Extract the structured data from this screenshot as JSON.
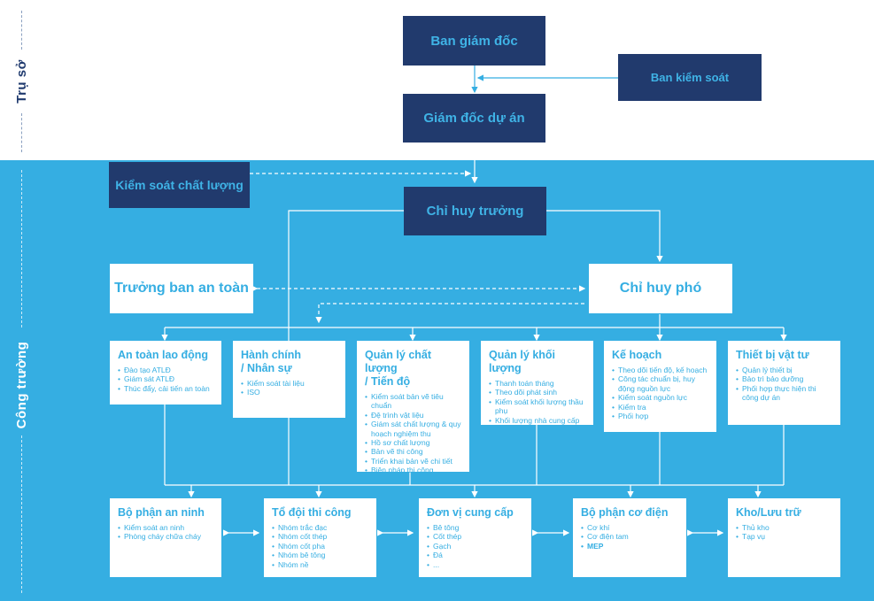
{
  "zones": {
    "headquarters": "Trụ sở",
    "site": "Công trường"
  },
  "headquarters": {
    "board": "Ban giám đốc",
    "supervisory": "Ban kiểm soát",
    "project_director": "Giám đốc dự án"
  },
  "quality_control": "Kiểm soát chất lượng",
  "site_commander": "Chỉ huy trưởng",
  "safety_head": "Trưởng ban an toàn",
  "deputy_commander": "Chỉ huy phó",
  "departments": [
    {
      "title": "An toàn lao động",
      "items": [
        "Đào tạo ATLĐ",
        "Giám sát ATLĐ",
        "Thúc đẩy, cải tiến an toàn"
      ]
    },
    {
      "title": "Hành chính\n/ Nhân sự",
      "items": [
        "Kiểm soát tài liệu",
        "ISO"
      ]
    },
    {
      "title": "Quản lý chất lượng\n/ Tiến độ",
      "items": [
        "Kiểm soát bản vẽ tiêu chuẩn",
        "Đệ trình vật liệu",
        "Giám sát chất lượng & quy hoạch nghiệm thu",
        "Hồ sơ chất lượng",
        "Bản vẽ thi công",
        "Triển khai bản vẽ chi tiết",
        "Biện pháp thi công"
      ]
    },
    {
      "title": "Quản lý khối lượng",
      "items": [
        "Thanh toán tháng",
        "Theo dõi phát sinh",
        "Kiểm soát khối lượng thầu phụ",
        "Khối lượng nhà cung cấp"
      ]
    },
    {
      "title": "Kế hoạch",
      "items": [
        "Theo dõi tiến độ, kế hoạch",
        "Công tác chuẩn bị, huy động nguồn lực",
        "Kiểm soát nguồn lực",
        "Kiểm tra",
        "Phối hợp"
      ]
    },
    {
      "title": "Thiết bị vật tư",
      "items": [
        "Quản lý thiết bị",
        "Bảo trì bảo dưỡng",
        "Phối hợp thực hiện thi công dự án"
      ]
    }
  ],
  "units": [
    {
      "title": "Bộ phận an ninh",
      "items": [
        "Kiểm soát an ninh",
        "Phòng cháy chữa cháy"
      ]
    },
    {
      "title": "Tổ đội thi công",
      "items": [
        "Nhóm trắc đạc",
        "Nhóm cốt thép",
        "Nhóm cốt pha",
        "Nhóm bê tông",
        "Nhóm nề"
      ]
    },
    {
      "title": "Đơn vị cung cấp",
      "items": [
        "Bê tông",
        "Cốt thép",
        "Gạch",
        "Đá",
        "..."
      ]
    },
    {
      "title": "Bộ phận cơ điện",
      "items": [
        "Cơ khí",
        "Cơ điện tam",
        "MEP"
      ]
    },
    {
      "title": "Kho/Lưu trữ",
      "items": [
        "Thủ kho",
        "Tạp vụ"
      ]
    }
  ],
  "colors": {
    "navy": "#213a6d",
    "sky": "#35aee2",
    "white": "#ffffff"
  }
}
